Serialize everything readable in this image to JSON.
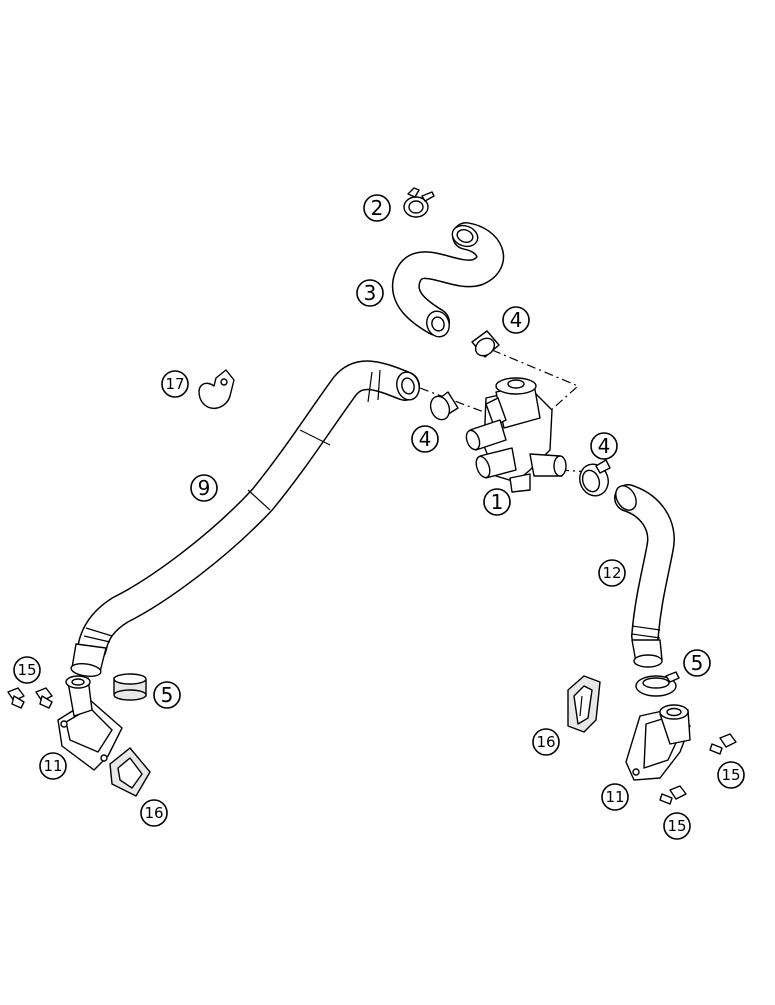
{
  "diagram": {
    "colors": {
      "line": "#000000",
      "fill": "#ffffff",
      "shade": "#e8e8e8"
    },
    "callouts": [
      {
        "id": "c1",
        "label": "1"
      },
      {
        "id": "c2",
        "label": "2"
      },
      {
        "id": "c3",
        "label": "3"
      },
      {
        "id": "c4a",
        "label": "4"
      },
      {
        "id": "c4b",
        "label": "4"
      },
      {
        "id": "c4c",
        "label": "4"
      },
      {
        "id": "c5a",
        "label": "5"
      },
      {
        "id": "c5b",
        "label": "5"
      },
      {
        "id": "c9",
        "label": "9"
      },
      {
        "id": "c11a",
        "label": "11"
      },
      {
        "id": "c11b",
        "label": "11"
      },
      {
        "id": "c12",
        "label": "12"
      },
      {
        "id": "c15a",
        "label": "15"
      },
      {
        "id": "c15b",
        "label": "15"
      },
      {
        "id": "c15c",
        "label": "15"
      },
      {
        "id": "c16a",
        "label": "16"
      },
      {
        "id": "c16b",
        "label": "16"
      },
      {
        "id": "c17",
        "label": "17"
      }
    ]
  }
}
